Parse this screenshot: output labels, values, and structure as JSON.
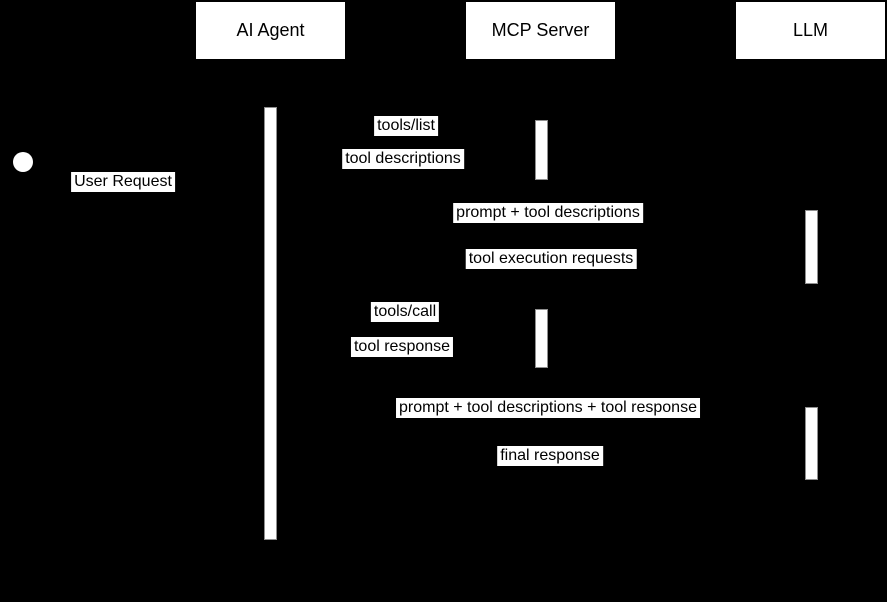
{
  "diagram": {
    "type": "sequence-diagram",
    "background_color": "#000000",
    "participants": [
      {
        "label": "AI Agent"
      },
      {
        "label": "MCP Server"
      },
      {
        "label": "LLM"
      }
    ],
    "start_event": {
      "label": "User Request"
    },
    "messages": [
      {
        "text": "tools/list"
      },
      {
        "text": "tool descriptions"
      },
      {
        "text": "prompt + tool descriptions"
      },
      {
        "text": "tool execution requests"
      },
      {
        "text": "tools/call"
      },
      {
        "text": "tool response"
      },
      {
        "text": "prompt + tool descriptions + tool response"
      },
      {
        "text": "final response"
      }
    ],
    "colors": {
      "participant_fill": "#ffffff",
      "participant_text": "#000000",
      "label_fill": "#ffffff",
      "label_text": "#000000",
      "activation_fill": "#ffffff",
      "activation_border": "#8f8f8f"
    }
  }
}
